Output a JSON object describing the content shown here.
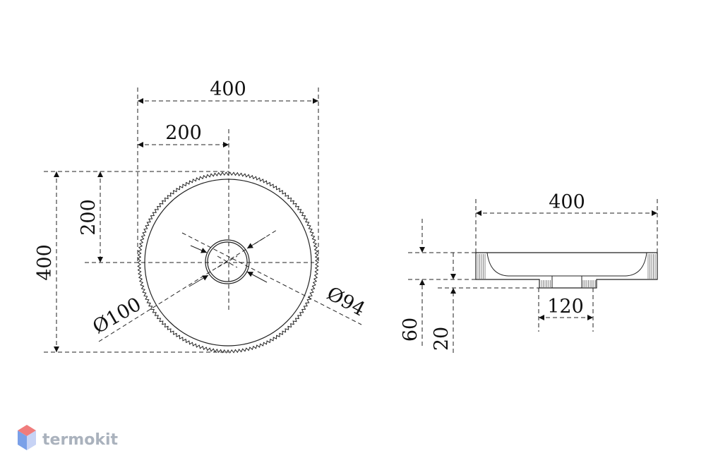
{
  "top_view": {
    "width_dim": "400",
    "half_width_dim": "200",
    "height_dim": "400",
    "half_height_dim": "200",
    "drain_outer_dim": "Ø100",
    "drain_inner_dim": "Ø94"
  },
  "side_view": {
    "width_dim": "400",
    "drain_width_dim": "120",
    "total_height_dim": "60",
    "base_height_dim": "20"
  },
  "logo": {
    "text": "termokit",
    "colors": {
      "top": "#f07c7c",
      "left": "#7aa0e8",
      "right": "#c7d3f5"
    }
  }
}
